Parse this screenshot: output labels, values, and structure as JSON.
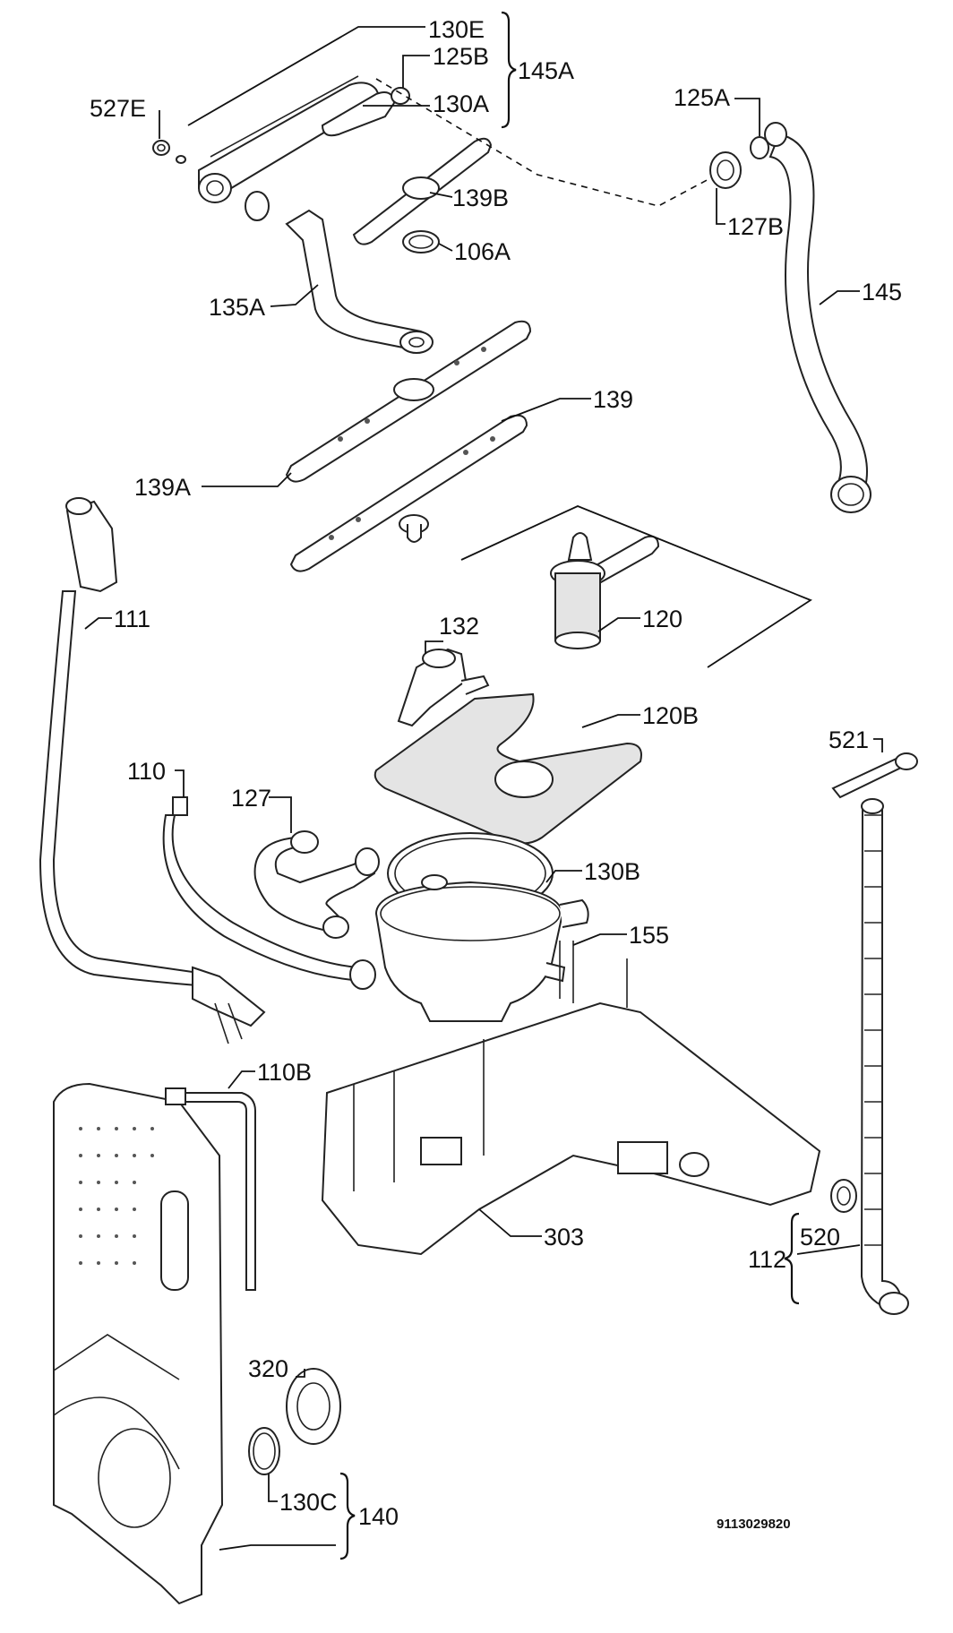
{
  "document_number": "9113029820",
  "labels": {
    "l_130e": "130E",
    "l_125b": "125B",
    "l_145a": "145A",
    "l_130a": "130A",
    "l_527e": "527E",
    "l_125a": "125A",
    "l_139b": "139B",
    "l_127b": "127B",
    "l_106a": "106A",
    "l_135a": "135A",
    "l_145": "145",
    "l_139": "139",
    "l_139a": "139A",
    "l_111": "111",
    "l_120": "120",
    "l_132": "132",
    "l_120b": "120B",
    "l_521": "521",
    "l_110": "110",
    "l_127": "127",
    "l_130b": "130B",
    "l_155": "155",
    "l_110b": "110B",
    "l_303": "303",
    "l_112": "112",
    "l_520": "520",
    "l_320": "320",
    "l_130c": "130C",
    "l_140": "140"
  }
}
